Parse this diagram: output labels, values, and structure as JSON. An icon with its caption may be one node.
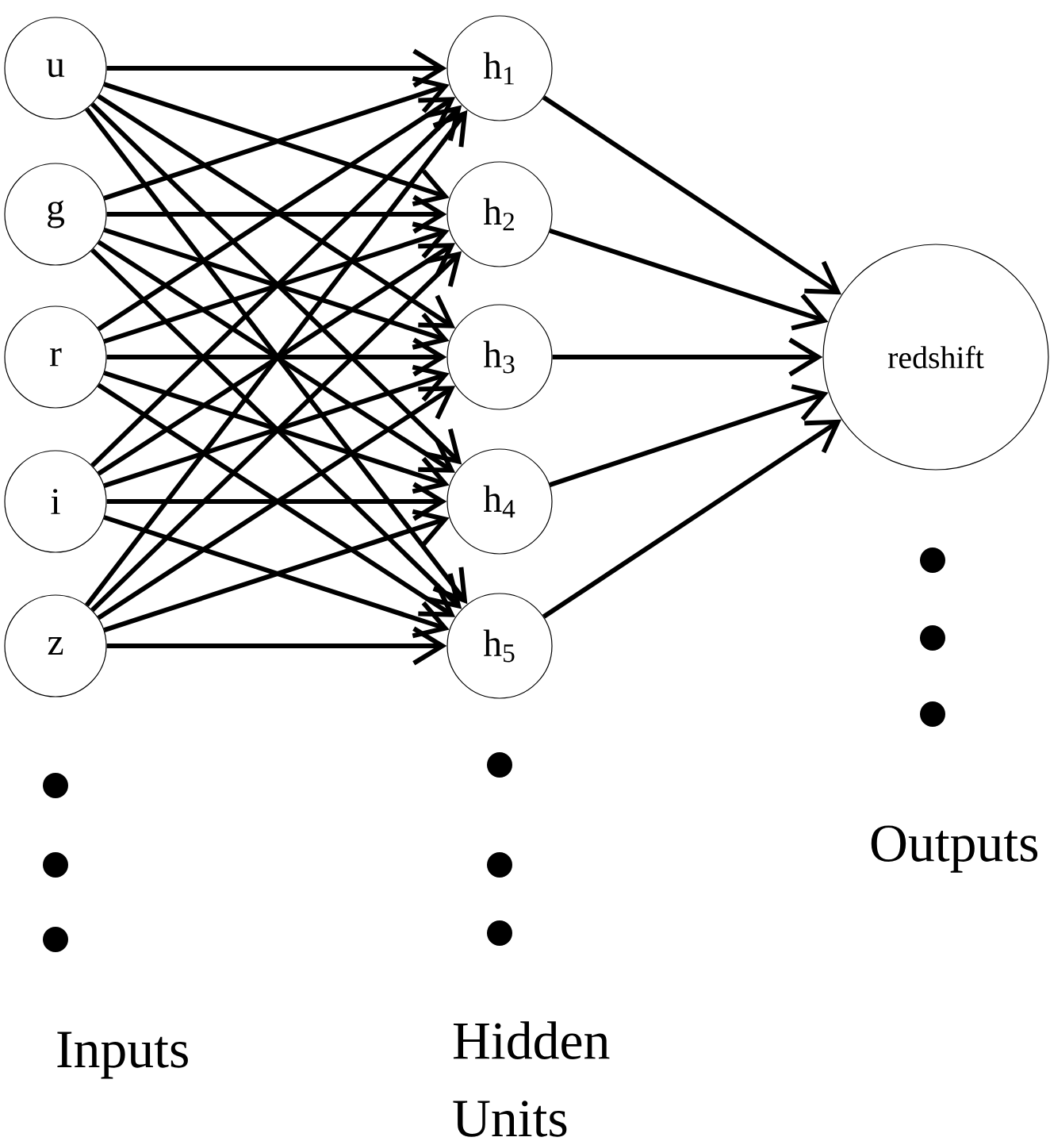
{
  "diagram": {
    "nodes": [
      {
        "text": [
          "u"
        ]
      },
      {
        "text": [
          "g"
        ]
      },
      {
        "text": [
          "r"
        ]
      },
      {
        "text": [
          "i"
        ]
      },
      {
        "text": [
          "z"
        ]
      },
      {
        "text": [
          "h$_{1}$"
        ]
      },
      {
        "text": [
          "h$_{2}$"
        ]
      },
      {
        "text": [
          "h$_{3}$"
        ]
      },
      {
        "text": [
          "h$_{4}$"
        ]
      },
      {
        "text": [
          "h$_{5}$"
        ]
      },
      {
        "text": [
          "redshift"
        ]
      }
    ],
    "edges": [
      {
        "from": 0,
        "to": 5,
        "arrow": "to"
      },
      {
        "from": 0,
        "to": 6,
        "arrow": "to"
      },
      {
        "from": 0,
        "to": 7,
        "arrow": "to"
      },
      {
        "from": 0,
        "to": 8,
        "arrow": "to"
      },
      {
        "from": 0,
        "to": 9,
        "arrow": "to"
      },
      {
        "from": 1,
        "to": 5,
        "arrow": "to"
      },
      {
        "from": 1,
        "to": 6,
        "arrow": "to"
      },
      {
        "from": 1,
        "to": 7,
        "arrow": "to"
      },
      {
        "from": 1,
        "to": 8,
        "arrow": "to"
      },
      {
        "from": 1,
        "to": 9,
        "arrow": "to"
      },
      {
        "from": 2,
        "to": 5,
        "arrow": "to"
      },
      {
        "from": 2,
        "to": 6,
        "arrow": "to"
      },
      {
        "from": 2,
        "to": 7,
        "arrow": "to"
      },
      {
        "from": 2,
        "to": 8,
        "arrow": "to"
      },
      {
        "from": 2,
        "to": 9,
        "arrow": "to"
      },
      {
        "from": 3,
        "to": 5,
        "arrow": "to"
      },
      {
        "from": 3,
        "to": 6,
        "arrow": "to"
      },
      {
        "from": 3,
        "to": 7,
        "arrow": "to"
      },
      {
        "from": 3,
        "to": 8,
        "arrow": "to"
      },
      {
        "from": 3,
        "to": 9,
        "arrow": "to"
      },
      {
        "from": 4,
        "to": 5,
        "arrow": "to"
      },
      {
        "from": 4,
        "to": 6,
        "arrow": "to"
      },
      {
        "from": 4,
        "to": 7,
        "arrow": "to"
      },
      {
        "from": 4,
        "to": 8,
        "arrow": "to"
      },
      {
        "from": 4,
        "to": 9,
        "arrow": "to"
      },
      {
        "from": 5,
        "to": 10,
        "arrow": "to"
      },
      {
        "from": 6,
        "to": 10,
        "arrow": "to"
      },
      {
        "from": 7,
        "to": 10,
        "arrow": "to"
      },
      {
        "from": 8,
        "to": 10,
        "arrow": "to"
      },
      {
        "from": 9,
        "to": 10,
        "arrow": "to"
      }
    ],
    "labels": [
      "Inputs",
      "Hidden Units",
      "Outputs"
    ]
  }
}
